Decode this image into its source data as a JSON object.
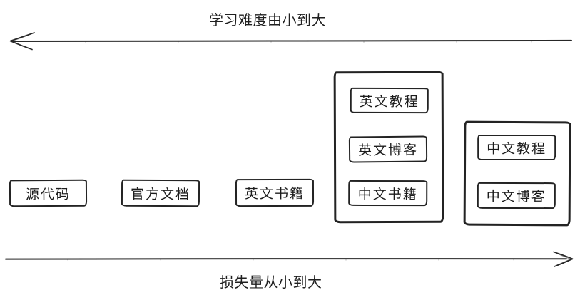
{
  "canvas": {
    "background": "#ffffff",
    "ink_color": "#232323"
  },
  "axes": {
    "top": {
      "label": "学习难度由小到大",
      "direction": "left"
    },
    "bottom": {
      "label": "损失量从小到大",
      "direction": "right"
    }
  },
  "nodes": [
    {
      "label": "源代码"
    },
    {
      "label": "官方文档"
    },
    {
      "label": "英文书籍"
    }
  ],
  "groups": [
    {
      "name": "english-resources-group",
      "items": [
        {
          "label": "英文教程"
        },
        {
          "label": "英文博客"
        },
        {
          "label": "中文书籍"
        }
      ]
    },
    {
      "name": "chinese-resources-group",
      "items": [
        {
          "label": "中文教程"
        },
        {
          "label": "中文博客"
        }
      ]
    }
  ]
}
